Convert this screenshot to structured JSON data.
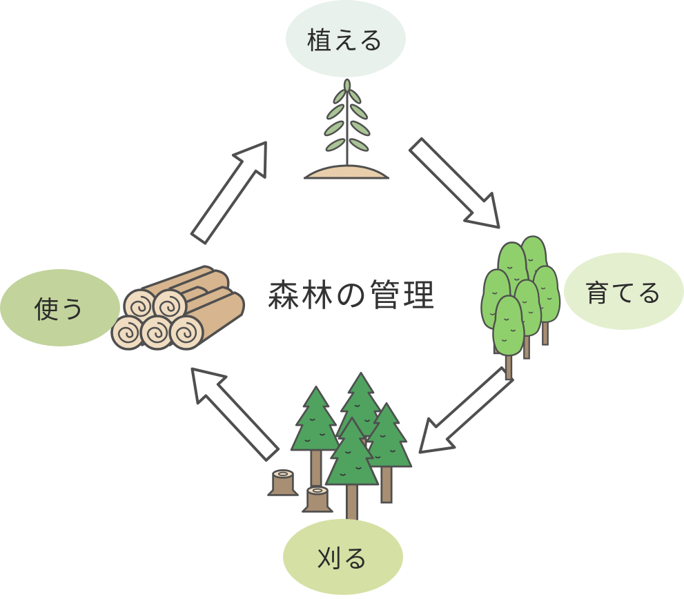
{
  "diagram": {
    "title": "森林の管理",
    "stages": [
      {
        "id": "plant",
        "label": "植える",
        "color": "#e8f1ec"
      },
      {
        "id": "grow",
        "label": "育てる",
        "color": "#e4efcf"
      },
      {
        "id": "cut",
        "label": "刈る",
        "color": "#d5e0a4"
      },
      {
        "id": "use",
        "label": "使う",
        "color": "#c2d39c"
      }
    ]
  },
  "palette": {
    "outline": "#4f4f4f",
    "sprout_leaf": "#a9c495",
    "soil": "#e8ceaa",
    "light_tree": "#8fd06c",
    "dark_tree": "#4fa35f",
    "trunk": "#a88e72",
    "log": "#d6b58f",
    "log_end": "#f0dcc0"
  }
}
